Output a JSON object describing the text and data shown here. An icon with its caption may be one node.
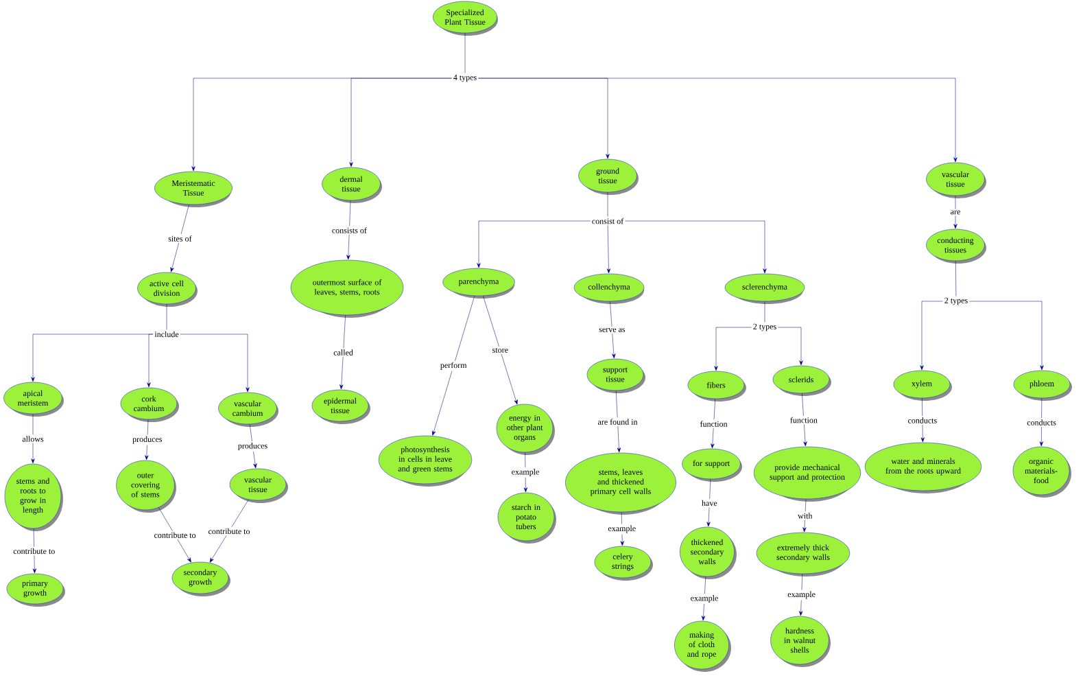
{
  "diagram": {
    "nodes": [
      {
        "text": [
          "Specialized Plant Tissue"
        ]
      },
      {
        "text": [
          "4 types"
        ]
      },
      {
        "text": [
          "Meristematic Tissue"
        ]
      },
      {
        "text": [
          "dermal tissue"
        ]
      },
      {
        "text": [
          "ground tissue"
        ]
      },
      {
        "text": [
          "vascular tissue"
        ]
      },
      {
        "text": [
          "active cell division"
        ]
      },
      {
        "text": [
          "include"
        ]
      },
      {
        "text": [
          "apical meristem"
        ]
      },
      {
        "text": [
          "cork cambium"
        ]
      },
      {
        "text": [
          "vascular cambium"
        ]
      },
      {
        "text": [
          "stems and roots to grow in length"
        ]
      },
      {
        "text": [
          "primary growth"
        ]
      },
      {
        "text": [
          "outer covering of stems"
        ]
      },
      {
        "text": [
          "vascular tissue"
        ]
      },
      {
        "text": [
          "secondary growth"
        ]
      },
      {
        "text": [
          "outermost surface of leaves, stems, roots"
        ]
      },
      {
        "text": [
          "epidermal tissue"
        ]
      },
      {
        "text": [
          "consist of"
        ]
      },
      {
        "text": [
          "parenchyma"
        ]
      },
      {
        "text": [
          "collenchyma"
        ]
      },
      {
        "text": [
          "sclerenchyma"
        ]
      },
      {
        "text": [
          "photosynthesis in cells in leave and green stems"
        ]
      },
      {
        "text": [
          "energy in other plant organs"
        ]
      },
      {
        "text": [
          "starch in potato tubers"
        ]
      },
      {
        "text": [
          "support tissue"
        ]
      },
      {
        "text": [
          "stems, leaves and thickened primary cell walls"
        ]
      },
      {
        "text": [
          "celery strings"
        ]
      },
      {
        "text": [
          "2 types"
        ]
      },
      {
        "text": [
          "fibers"
        ]
      },
      {
        "text": [
          "sclerids"
        ]
      },
      {
        "text": [
          "for support"
        ]
      },
      {
        "text": [
          "thickened secondary walls"
        ]
      },
      {
        "text": [
          "making of cloth and rope"
        ]
      },
      {
        "text": [
          "provide mechanical support and protection"
        ]
      },
      {
        "text": [
          "extremely thick secondary walls"
        ]
      },
      {
        "text": [
          "hardness in walnut shells"
        ]
      },
      {
        "text": [
          "conducting tissues"
        ]
      },
      {
        "text": [
          "2 types"
        ]
      },
      {
        "text": [
          "xylem"
        ]
      },
      {
        "text": [
          "phloem"
        ]
      },
      {
        "text": [
          "water and minerals from the roots upward"
        ]
      },
      {
        "text": [
          "organic materials-food"
        ]
      }
    ],
    "edges": [
      {
        "from": 0,
        "to": 1,
        "arrow": "none"
      },
      {
        "from": 1,
        "to": 2,
        "arrow": "to"
      },
      {
        "from": 1,
        "to": 3,
        "arrow": "to"
      },
      {
        "from": 1,
        "to": 4,
        "arrow": "to"
      },
      {
        "from": 1,
        "to": 5,
        "arrow": "to"
      },
      {
        "from": 2,
        "to": 6,
        "arrow": "to",
        "label": "sites of"
      },
      {
        "from": 6,
        "to": 7,
        "arrow": "none"
      },
      {
        "from": 7,
        "to": 8,
        "arrow": "to"
      },
      {
        "from": 7,
        "to": 9,
        "arrow": "to"
      },
      {
        "from": 7,
        "to": 10,
        "arrow": "to"
      },
      {
        "from": 8,
        "to": 11,
        "arrow": "to",
        "label": "allows"
      },
      {
        "from": 11,
        "to": 12,
        "arrow": "to",
        "label": "contribute to"
      },
      {
        "from": 9,
        "to": 13,
        "arrow": "to",
        "label": "produces"
      },
      {
        "from": 10,
        "to": 14,
        "arrow": "to",
        "label": "produces"
      },
      {
        "from": 13,
        "to": 15,
        "arrow": "to",
        "label": "contribute to"
      },
      {
        "from": 14,
        "to": 15,
        "arrow": "to",
        "label": "contribute to"
      },
      {
        "from": 3,
        "to": 16,
        "arrow": "to",
        "label": "consists of"
      },
      {
        "from": 16,
        "to": 17,
        "arrow": "to",
        "label": "called"
      },
      {
        "from": 4,
        "to": 18,
        "arrow": "none"
      },
      {
        "from": 18,
        "to": 19,
        "arrow": "to"
      },
      {
        "from": 18,
        "to": 20,
        "arrow": "to"
      },
      {
        "from": 18,
        "to": 21,
        "arrow": "to"
      },
      {
        "from": 19,
        "to": 22,
        "arrow": "to",
        "label": "perform"
      },
      {
        "from": 19,
        "to": 23,
        "arrow": "to",
        "label": "store"
      },
      {
        "from": 23,
        "to": 24,
        "arrow": "to",
        "label": "example"
      },
      {
        "from": 20,
        "to": 25,
        "arrow": "to",
        "label": "serve as"
      },
      {
        "from": 25,
        "to": 26,
        "arrow": "to",
        "label": "are found in"
      },
      {
        "from": 26,
        "to": 27,
        "arrow": "to",
        "label": "example"
      },
      {
        "from": 21,
        "to": 28,
        "arrow": "none"
      },
      {
        "from": 28,
        "to": 29,
        "arrow": "to"
      },
      {
        "from": 28,
        "to": 30,
        "arrow": "to"
      },
      {
        "from": 29,
        "to": 31,
        "arrow": "to",
        "label": "function"
      },
      {
        "from": 31,
        "to": 32,
        "arrow": "to",
        "label": "have"
      },
      {
        "from": 32,
        "to": 33,
        "arrow": "to",
        "label": "example"
      },
      {
        "from": 30,
        "to": 34,
        "arrow": "to",
        "label": "function"
      },
      {
        "from": 34,
        "to": 35,
        "arrow": "to",
        "label": "with"
      },
      {
        "from": 35,
        "to": 36,
        "arrow": "to",
        "label": "example"
      },
      {
        "from": 5,
        "to": 37,
        "arrow": "to",
        "label": "are"
      },
      {
        "from": 37,
        "to": 38,
        "arrow": "none"
      },
      {
        "from": 38,
        "to": 39,
        "arrow": "to"
      },
      {
        "from": 38,
        "to": 40,
        "arrow": "to"
      },
      {
        "from": 39,
        "to": 41,
        "arrow": "to",
        "label": "conducts"
      },
      {
        "from": 40,
        "to": 42,
        "arrow": "to",
        "label": "conducts"
      }
    ]
  }
}
